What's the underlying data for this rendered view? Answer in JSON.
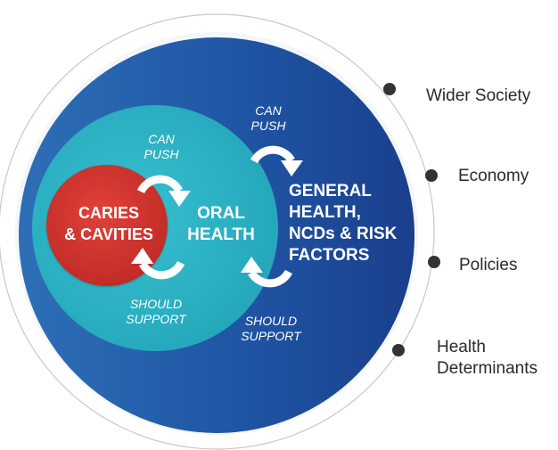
{
  "inner": {
    "center_title": [
      "CARIES",
      "& CAVITIES"
    ],
    "oral_title": [
      "ORAL",
      "HEALTH"
    ],
    "general_title": [
      "GENERAL",
      "HEALTH,",
      "NCDs & RISK",
      "FACTORS"
    ]
  },
  "arrows": {
    "can_push_inner": [
      "CAN",
      "PUSH"
    ],
    "should_support_inner": [
      "SHOULD",
      "SUPPORT"
    ],
    "can_push_outer": [
      "CAN",
      "PUSH"
    ],
    "should_support_outer": [
      "SHOULD",
      "SUPPORT"
    ]
  },
  "outer_labels": [
    [
      "Wider Society"
    ],
    [
      "Economy"
    ],
    [
      "Policies"
    ],
    [
      "Health",
      "Determinants"
    ]
  ],
  "colors": {
    "outer_blue": "#1f4d9c",
    "teal": "#2fb3c6",
    "red": "#d3332c",
    "ring": "#bdbdbd",
    "dot": "#333333"
  }
}
